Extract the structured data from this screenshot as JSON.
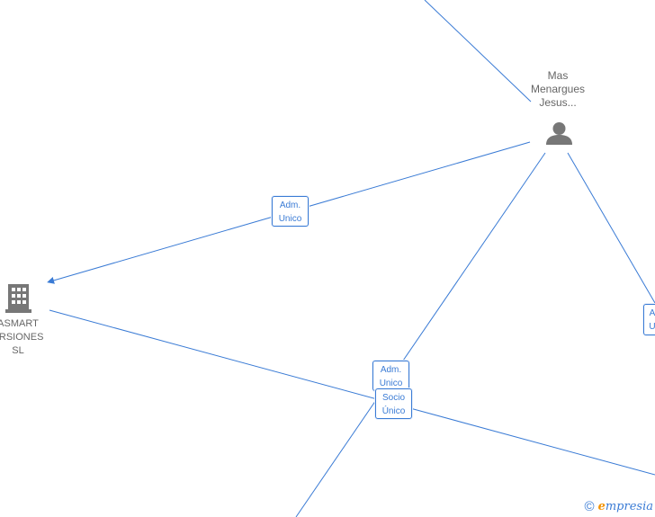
{
  "nodes": {
    "person": {
      "name": "Mas\nMenargues\nJesus..."
    },
    "company": {
      "name": "ASMART\nERSIONES\nSL"
    }
  },
  "edges": {
    "adm_unico_company": "Adm.\nUnico",
    "adm_unico_bottom": "Adm.\nUnico",
    "socio_unico_bottom": "Socio\nÚnico",
    "adm_unico_right": "A\nU"
  },
  "watermark": {
    "copyright": "©",
    "brand_initial": "e",
    "brand_rest": "mpresia"
  },
  "colors": {
    "edge": "#3a7bd5",
    "icon": "#777777",
    "label": "#666666"
  }
}
